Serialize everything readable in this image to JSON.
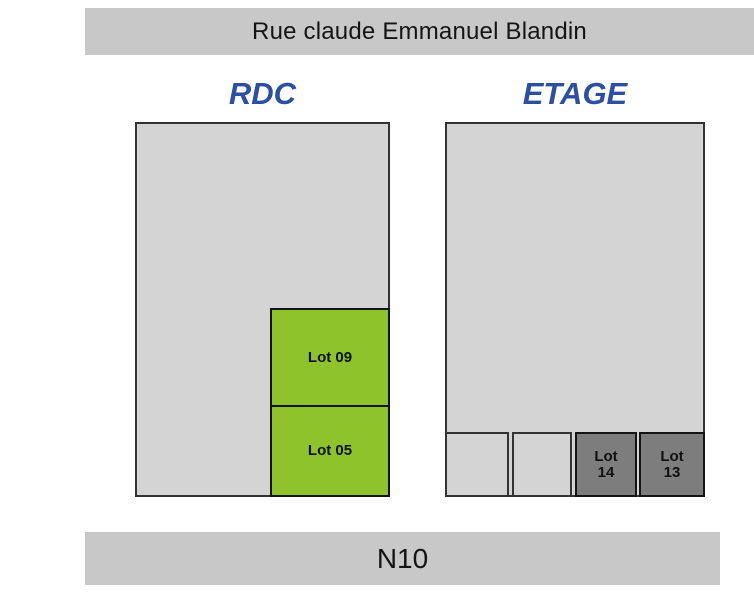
{
  "street_bar": {
    "label": "Rue claude Emmanuel Blandin"
  },
  "road_bar": {
    "label": "N10"
  },
  "floors": [
    {
      "id": "rdc",
      "label": "RDC",
      "lots": [
        {
          "label": "Lot 09",
          "status_color": "#8fc32c"
        },
        {
          "label": "Lot 05",
          "status_color": "#8fc32c"
        }
      ]
    },
    {
      "id": "etage",
      "label": "ETAGE",
      "lots": [
        {
          "label": "Lot 14",
          "status_color": "#7d7d7d"
        },
        {
          "label": "Lot 13",
          "status_color": "#7d7d7d"
        }
      ]
    }
  ],
  "colors": {
    "available_lot_green": "#8fc32c",
    "unavailable_lot_gray": "#7d7d7d",
    "floor_label_blue": "#2b4fa3",
    "bar_gray": "#c8c8c8",
    "plan_fill_gray": "#d4d4d4"
  }
}
